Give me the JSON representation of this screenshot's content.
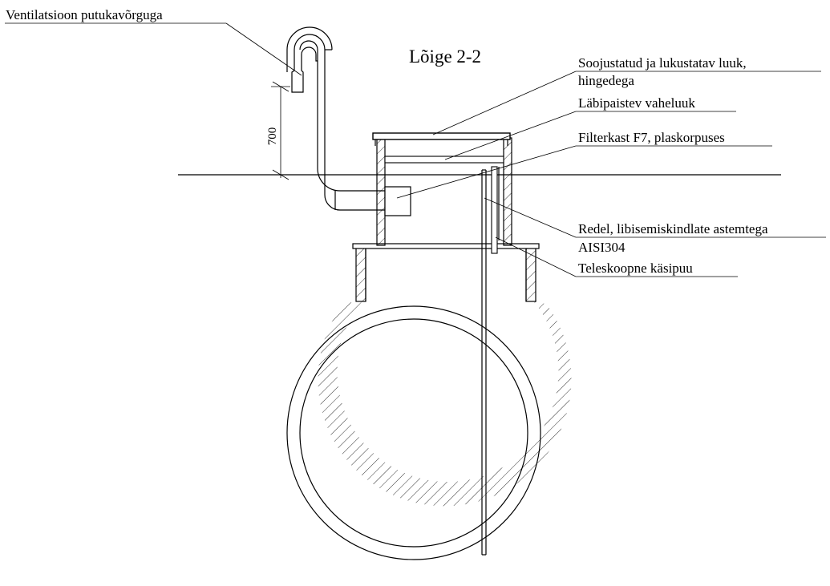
{
  "title": "Lõige 2-2",
  "dimension": "700",
  "labels": {
    "ventilation": "Ventilatsioon putukavõrguga",
    "hatch_line1": "Soojustatud ja lukustatav luuk,",
    "hatch_line2": "hingedega",
    "inner_hatch": "Läbipaistev vaheluuk",
    "filter": "Filterkast F7, plaskorpuses",
    "ladder_line1": "Redel, libisemiskindlate astemtega",
    "ladder_line2": "AISI304",
    "handrail": "Teleskoopne käsipuu"
  }
}
